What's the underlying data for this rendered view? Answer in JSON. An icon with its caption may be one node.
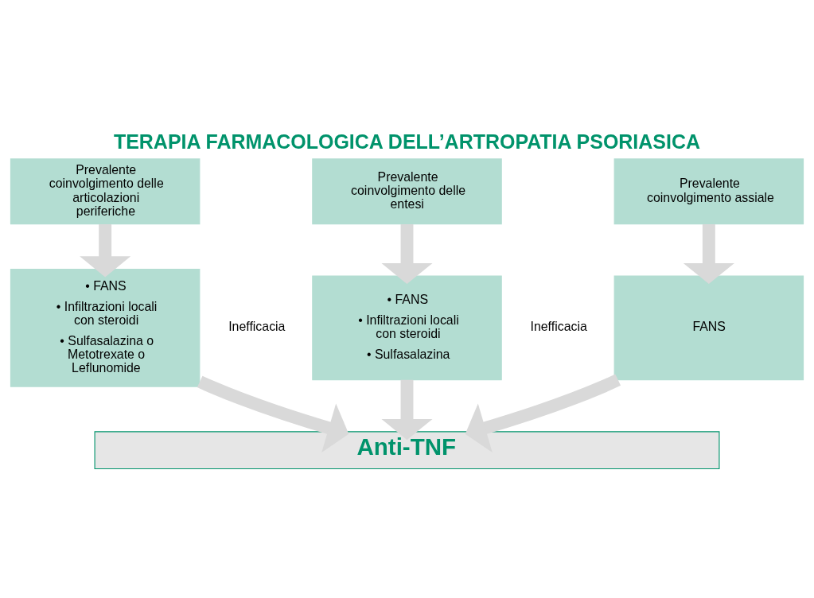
{
  "diagram": {
    "title": "TERAPIA FARMACOLOGICA DELL’ARTROPATIA PSORIASICA",
    "nodes": [
      {
        "text": [
          "Prevalente coinvolgimento delle articolazioni periferiche"
        ]
      },
      {
        "text": [
          "Prevalente coinvolgimento delle entesi"
        ]
      },
      {
        "text": [
          "Prevalente coinvolgimento assiale"
        ]
      },
      {
        "text": [
          "• FANS",
          "• Infiltrazioni locali con steroidi",
          "• Sulfasalazina o Metotrexate o Leflunomide"
        ]
      },
      {
        "text": [
          "• FANS",
          "• Infiltrazioni locali con steroidi",
          "• Sulfasalazina"
        ]
      },
      {
        "text": [
          "FANS"
        ]
      },
      {
        "text": [
          "Anti-TNF"
        ]
      }
    ],
    "edges": [
      {
        "from": 0,
        "to": 3,
        "arrow": "to"
      },
      {
        "from": 1,
        "to": 4,
        "arrow": "to"
      },
      {
        "from": 2,
        "to": 5,
        "arrow": "to"
      },
      {
        "from": 3,
        "to": 6,
        "arrow": "to"
      },
      {
        "from": 4,
        "to": 6,
        "arrow": "to"
      },
      {
        "from": 5,
        "to": 6,
        "arrow": "to"
      }
    ],
    "labels": [
      "Inefficacia",
      "Inefficacia"
    ]
  }
}
